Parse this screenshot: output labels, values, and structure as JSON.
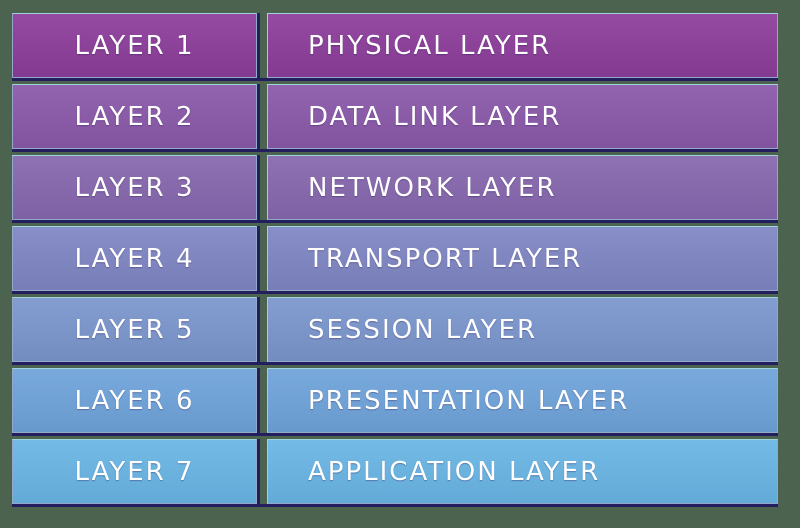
{
  "diagram": {
    "rows": [
      {
        "label": "LAYER 1",
        "name": "PHYSICAL LAYER",
        "color": "#8c3d9a"
      },
      {
        "label": "LAYER 2",
        "name": "DATA LINK LAYER",
        "color": "#8a58a9"
      },
      {
        "label": "LAYER 3",
        "name": "NETWORK LAYER",
        "color": "#8667ae"
      },
      {
        "label": "LAYER 4",
        "name": "TRANSPORT LAYER",
        "color": "#7f86c3"
      },
      {
        "label": "LAYER 5",
        "name": "SESSION LAYER",
        "color": "#7b96cd"
      },
      {
        "label": "LAYER 6",
        "name": "PRESENTATION LAYER",
        "color": "#6fa3da"
      },
      {
        "label": "LAYER 7",
        "name": "APPLICATION LAYER",
        "color": "#69b5e5"
      }
    ],
    "colors": {
      "background": "#4c644f",
      "border_light": "#93a9c9",
      "border_dark": "#231e5e",
      "border_highlight": "#8fd8dc",
      "text": "#ffffff"
    }
  }
}
